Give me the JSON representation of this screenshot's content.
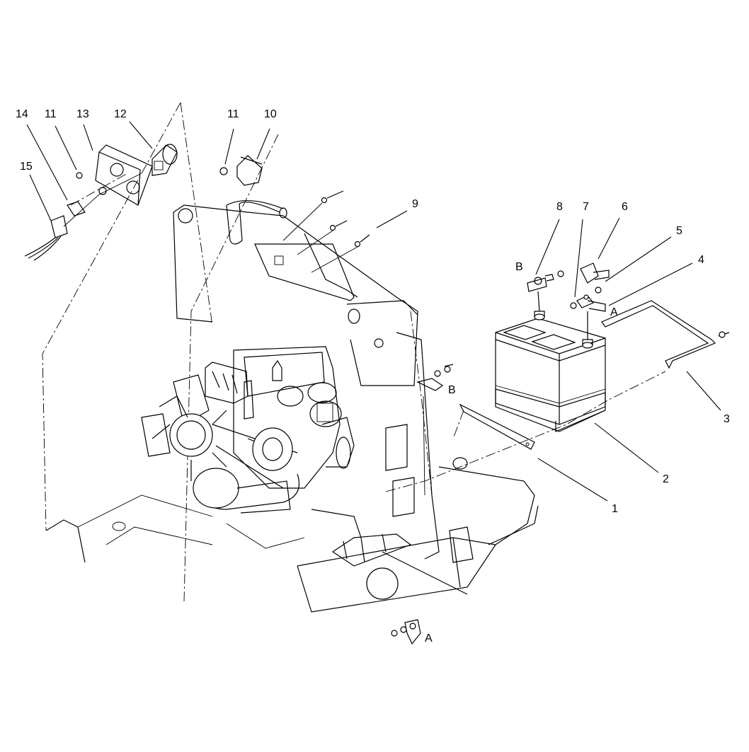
{
  "diagram": {
    "callouts": [
      {
        "id": "c1",
        "text": "1"
      },
      {
        "id": "c2",
        "text": "2"
      },
      {
        "id": "c3",
        "text": "3"
      },
      {
        "id": "c4",
        "text": "4"
      },
      {
        "id": "c5",
        "text": "5"
      },
      {
        "id": "c6",
        "text": "6"
      },
      {
        "id": "c7",
        "text": "7"
      },
      {
        "id": "c8",
        "text": "8"
      },
      {
        "id": "c9",
        "text": "9"
      },
      {
        "id": "c10",
        "text": "10"
      },
      {
        "id": "c11a",
        "text": "11"
      },
      {
        "id": "c11b",
        "text": "11"
      },
      {
        "id": "c12",
        "text": "12"
      },
      {
        "id": "c13",
        "text": "13"
      },
      {
        "id": "c14",
        "text": "14"
      },
      {
        "id": "c15",
        "text": "15"
      }
    ],
    "connection_labels": {
      "a_battery": "A",
      "a_ground": "A",
      "b_cable": "B",
      "b_frame": "B"
    }
  }
}
